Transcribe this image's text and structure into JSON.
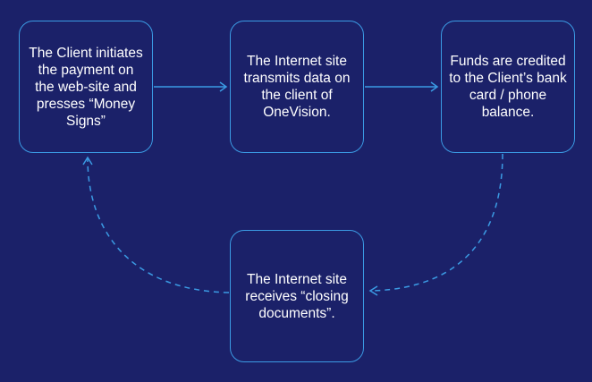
{
  "colors": {
    "background": "#1b2169",
    "accent": "#3b9be4",
    "text": "#ffffff"
  },
  "steps": [
    {
      "text": "The Client initiates the payment on the web-site and presses “Money Signs”"
    },
    {
      "text": "The Internet site transmits data on the client of OneVision."
    },
    {
      "text": "Funds are credited to the Client’s bank card / phone balance."
    },
    {
      "text": "The Internet site receives “closing documents”."
    }
  ],
  "connectors": [
    {
      "from": 1,
      "to": 2,
      "style": "solid"
    },
    {
      "from": 2,
      "to": 3,
      "style": "solid"
    },
    {
      "from": 3,
      "to": 4,
      "style": "dashed"
    },
    {
      "from": 4,
      "to": 1,
      "style": "dashed"
    }
  ]
}
